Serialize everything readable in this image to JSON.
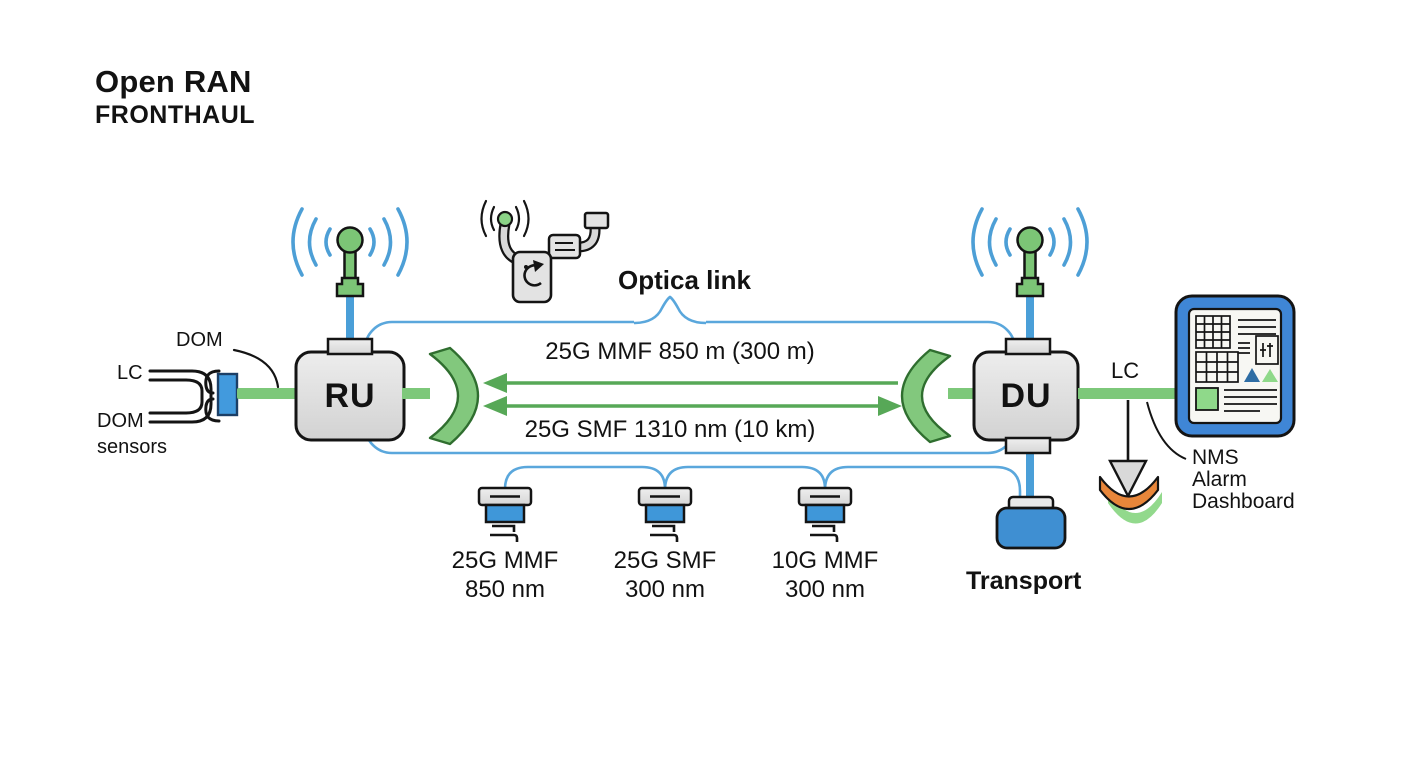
{
  "title": {
    "line1": "Open RAN",
    "line2": "FRONTHAUL"
  },
  "left": {
    "dom_label": "DOM",
    "lc_label": "LC",
    "dom_sensors_label": "DOM sensors"
  },
  "nodes": {
    "ru": "RU",
    "du": "DU"
  },
  "optical_link": {
    "title": "Optica link",
    "fiber_up": "25G MMF 850 m (300 m)",
    "fiber_down": "25G SMF 1310 nm (10 km)"
  },
  "transceivers": [
    {
      "name": "25G MMF",
      "wavelength": "850 nm"
    },
    {
      "name": "25G SMF",
      "wavelength": "300 nm"
    },
    {
      "name": "10G MMF",
      "wavelength": "300 nm"
    }
  ],
  "right": {
    "lc_label": "LC",
    "transport_label": "Transport",
    "nms_lines": [
      "NMS",
      "Alarm",
      "Dashboard"
    ]
  },
  "icons": {
    "antenna": "antenna-icon",
    "wifi_waves": "wifi-waves-icon",
    "transceiver_module": "transceiver-module-icon",
    "fiber_connector": "fiber-connector-icon",
    "lens_coupler": "lens-coupler-icon",
    "transport_device": "transport-device-icon",
    "nms_dashboard": "nms-dashboard-icon",
    "alarm_arc": "alarm-arc-icon",
    "down_arrow": "down-arrow-icon"
  },
  "colors": {
    "line_blue": "#5aa7dc",
    "feed_blue": "#4a9fd8",
    "cable_green": "#7dc87a",
    "arrow_green": "#57a857",
    "antenna_green": "#7cc576",
    "connector_blue": "#3f97d9",
    "transport_blue": "#3f8fd2",
    "tablet_blue": "#3f86d6",
    "alarm_orange": "#e8863a",
    "alarm_green": "#92d98c",
    "box_gray": "#dcdcdc",
    "ink": "#141414"
  }
}
